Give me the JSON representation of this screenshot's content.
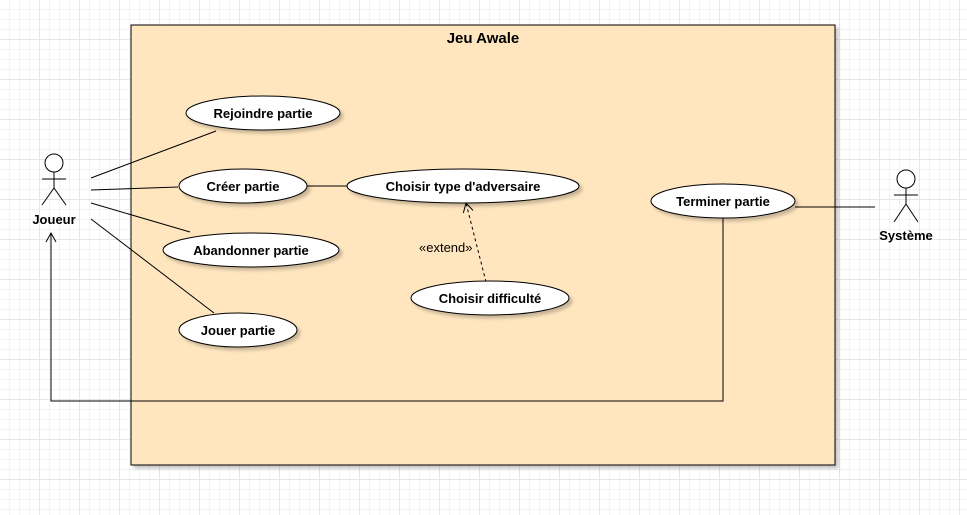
{
  "system": {
    "title": "Jeu Awale",
    "fill": "#ffe6bf"
  },
  "actors": {
    "joueur": "Joueur",
    "systeme": "Système"
  },
  "use_cases": {
    "rejoindre": "Rejoindre partie",
    "creer": "Créer partie",
    "abandonner": "Abandonner partie",
    "jouer": "Jouer partie",
    "choisir_type": "Choisir type d'adversaire",
    "choisir_difficulte": "Choisir difficulté",
    "terminer": "Terminer partie"
  },
  "relations": {
    "extend_label": "«extend»"
  }
}
